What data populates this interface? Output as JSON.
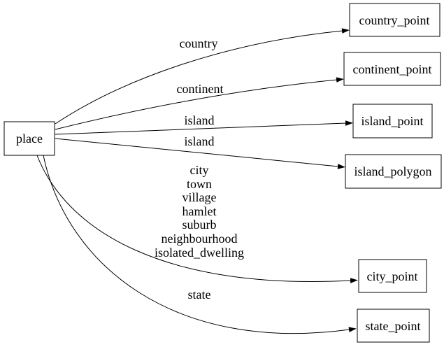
{
  "diagram": {
    "type": "directed-graph",
    "colors": {
      "background": "#ffffff",
      "stroke": "#000000",
      "text": "#000000",
      "node_fill": "#ffffff"
    },
    "nodes": [
      {
        "id": "place",
        "label": "place"
      },
      {
        "id": "country_point",
        "label": "country_point"
      },
      {
        "id": "continent_point",
        "label": "continent_point"
      },
      {
        "id": "island_point",
        "label": "island_point"
      },
      {
        "id": "island_polygon",
        "label": "island_polygon"
      },
      {
        "id": "city_point",
        "label": "city_point"
      },
      {
        "id": "state_point",
        "label": "state_point"
      }
    ],
    "edges": [
      {
        "from": "place",
        "to": "country_point",
        "label": "country"
      },
      {
        "from": "place",
        "to": "continent_point",
        "label": "continent"
      },
      {
        "from": "place",
        "to": "island_point",
        "label": "island"
      },
      {
        "from": "place",
        "to": "island_polygon",
        "label": "island"
      },
      {
        "from": "place",
        "to": "city_point",
        "label_lines": [
          "city",
          "town",
          "village",
          "hamlet",
          "suburb",
          "neighbourhood",
          "isolated_dwelling"
        ]
      },
      {
        "from": "place",
        "to": "state_point",
        "label": "state"
      }
    ]
  }
}
